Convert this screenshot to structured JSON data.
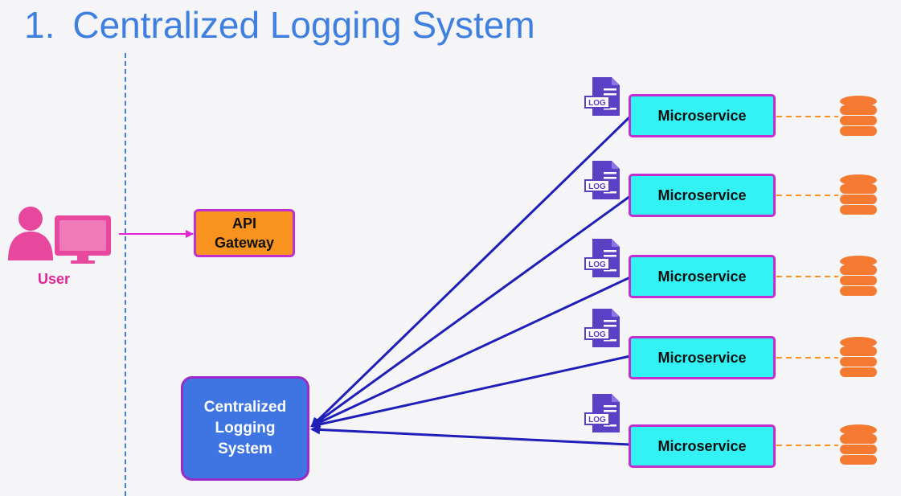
{
  "title": {
    "number": "1.",
    "text": "Centralized Logging System"
  },
  "user": {
    "label": "User",
    "color": "#e0259a"
  },
  "api_gateway": {
    "label": "API\nGateway",
    "color": "#f7931e"
  },
  "centralized_logging": {
    "label": "Centralized\nLogging\nSystem",
    "color": "#3e75e3"
  },
  "microservices": [
    {
      "label": "Microservice"
    },
    {
      "label": "Microservice"
    },
    {
      "label": "Microservice"
    },
    {
      "label": "Microservice"
    },
    {
      "label": "Microservice"
    }
  ],
  "log_icon": {
    "name": "log-file-icon",
    "text": "LOG",
    "color": "#5b3fc4"
  },
  "database_icon": {
    "name": "database-icon",
    "color": "#f47a32"
  },
  "colors": {
    "title": "#3f7fe0",
    "arrow": "#1f1fb8",
    "user_link": "#e024d6",
    "db_link": "#f7931e",
    "microservice": "#33f2f4",
    "border": "#c22fd0"
  }
}
